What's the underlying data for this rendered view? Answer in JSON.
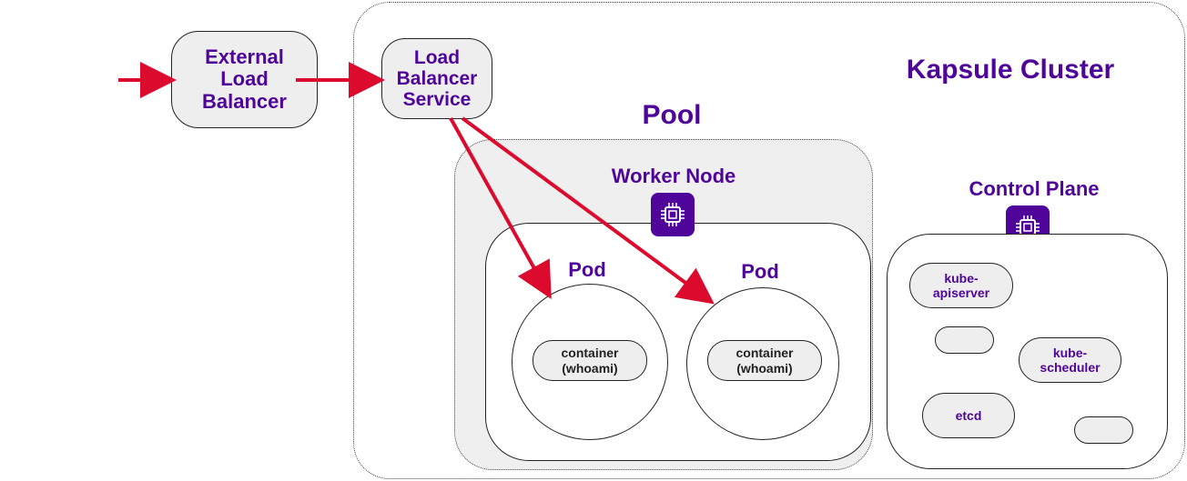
{
  "external_lb": {
    "label_1": "External",
    "label_2": "Load",
    "label_3": "Balancer"
  },
  "lb_service": {
    "label_1": "Load",
    "label_2": "Balancer",
    "label_3": "Service"
  },
  "cluster": {
    "title": "Kapsule Cluster"
  },
  "pool": {
    "title": "Pool"
  },
  "worker_node": {
    "title": "Worker Node"
  },
  "pods": [
    {
      "title": "Pod",
      "container_1": "container",
      "container_2": "(whoami)"
    },
    {
      "title": "Pod",
      "container_1": "container",
      "container_2": "(whoami)"
    }
  ],
  "control_plane": {
    "title": "Control Plane",
    "apiserver_1": "kube-",
    "apiserver_2": "apiserver",
    "scheduler_1": "kube-",
    "scheduler_2": "scheduler",
    "etcd": "etcd"
  },
  "colors": {
    "accent": "#4f0599",
    "arrow": "#dc0a2d"
  },
  "icons": [
    "cpu-chip-icon"
  ]
}
